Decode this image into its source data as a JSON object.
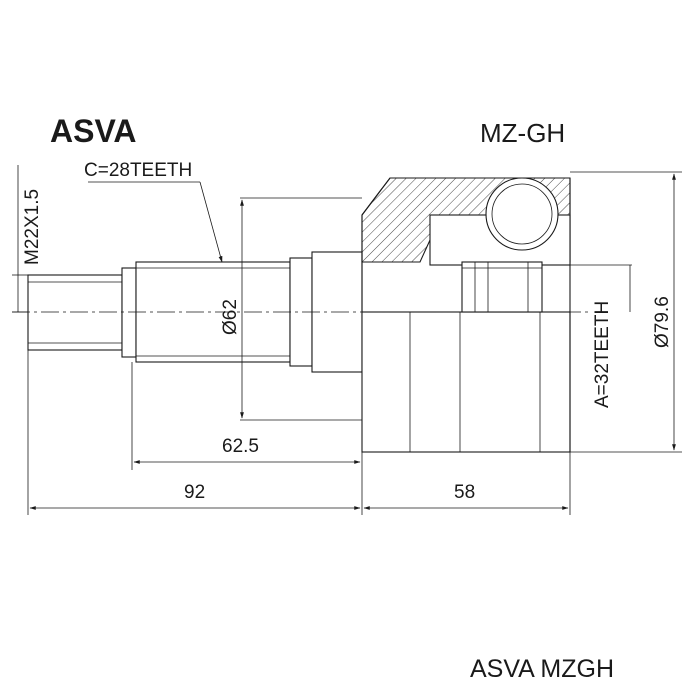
{
  "header": {
    "brand": "ASVA",
    "part_code": "MZ-GH"
  },
  "labels": {
    "thread": "M22X1.5",
    "shaft_teeth": "C=28TEETH",
    "shaft_diameter": "Ø62",
    "inner_teeth": "A=32TEETH",
    "outer_diameter": "Ø79.6",
    "len_62_5": "62.5",
    "len_92": "92",
    "len_58": "58"
  },
  "footer": {
    "caption": "ASVA MZGH"
  },
  "colors": {
    "ink": "#1a1a1a",
    "background": "#ffffff"
  }
}
